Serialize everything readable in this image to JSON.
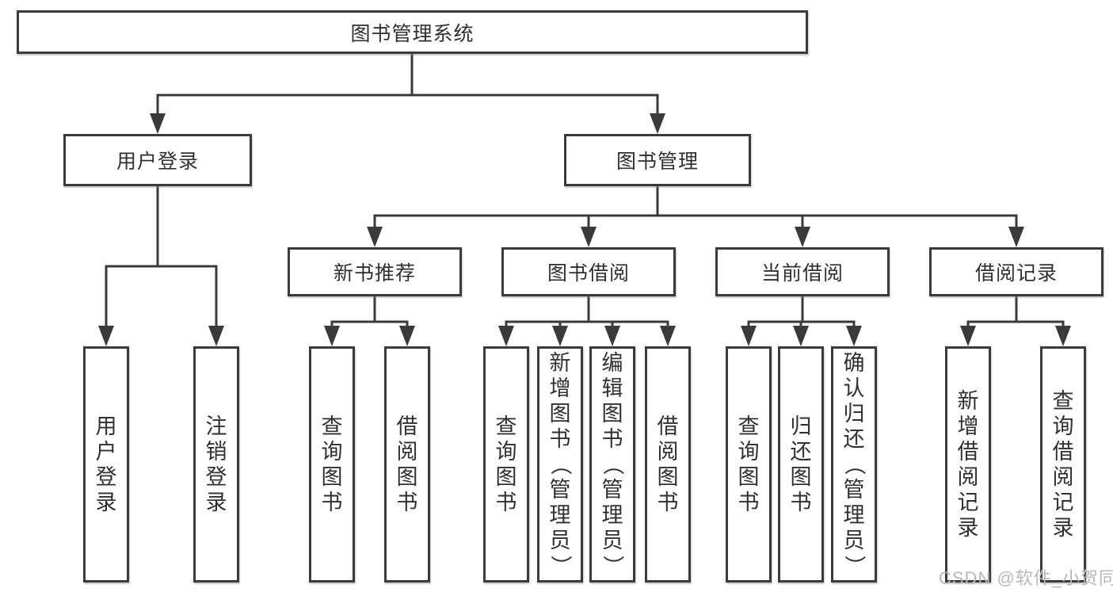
{
  "tree": {
    "label": "图书管理系统",
    "children": [
      {
        "label": "用户登录",
        "children": [
          {
            "label": "用户登录"
          },
          {
            "label": "注销登录"
          }
        ]
      },
      {
        "label": "图书管理",
        "children": [
          {
            "label": "新书推荐",
            "children": [
              {
                "label": "查询图书"
              },
              {
                "label": "借阅图书"
              }
            ]
          },
          {
            "label": "图书借阅",
            "children": [
              {
                "label": "查询图书"
              },
              {
                "label": "新增图书（管理员）"
              },
              {
                "label": "编辑图书（管理员）"
              },
              {
                "label": "借阅图书"
              }
            ]
          },
          {
            "label": "当前借阅",
            "children": [
              {
                "label": "查询图书"
              },
              {
                "label": "归还图书"
              },
              {
                "label": "确认归还（管理员）"
              }
            ]
          },
          {
            "label": "借阅记录",
            "children": [
              {
                "label": "新增借阅记录"
              },
              {
                "label": "查询借阅记录"
              }
            ]
          }
        ]
      }
    ]
  },
  "watermark": {
    "text": "CSDN @软件_小贺同学"
  },
  "colors": {
    "line": "#3a3a3a",
    "text": "#303030",
    "watermark": "#b8b8b8"
  }
}
